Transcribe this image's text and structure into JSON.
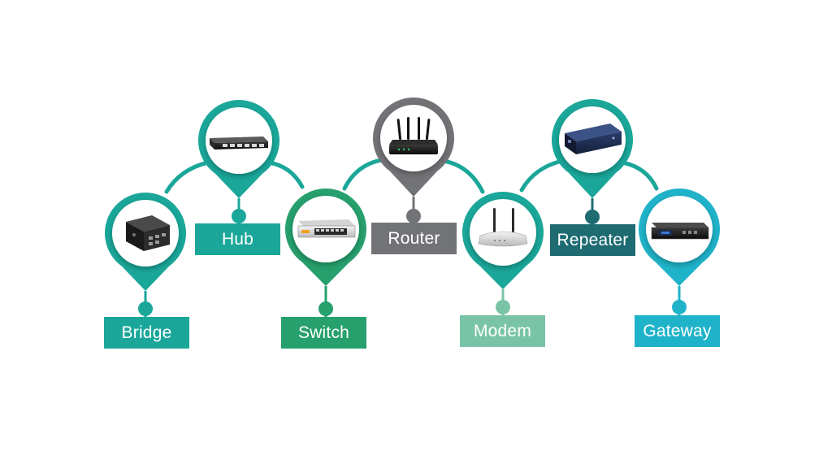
{
  "devices": [
    {
      "id": "bridge",
      "label": "Bridge",
      "color": "#1aa79a",
      "icon": "bridge-box-icon"
    },
    {
      "id": "hub",
      "label": "Hub",
      "color": "#1aa79a",
      "icon": "hub-device-icon"
    },
    {
      "id": "switch",
      "label": "Switch",
      "color": "#26a06d",
      "icon": "switch-device-icon"
    },
    {
      "id": "router",
      "label": "Router",
      "color": "#727376",
      "icon": "router-antennas-icon"
    },
    {
      "id": "modem",
      "label": "Modem",
      "color": "#79c4a6",
      "icon": "modem-antennas-icon"
    },
    {
      "id": "repeater",
      "label": "Repeater",
      "color": "#1e6b72",
      "icon": "repeater-device-icon"
    },
    {
      "id": "gateway",
      "label": "Gateway",
      "color": "#1fb3c9",
      "icon": "gateway-rack-icon"
    }
  ],
  "colors": {
    "pin_teal": "#1aa79a",
    "pin_green": "#26a06d",
    "pin_gray": "#727376",
    "connector": "#1aa79a"
  }
}
